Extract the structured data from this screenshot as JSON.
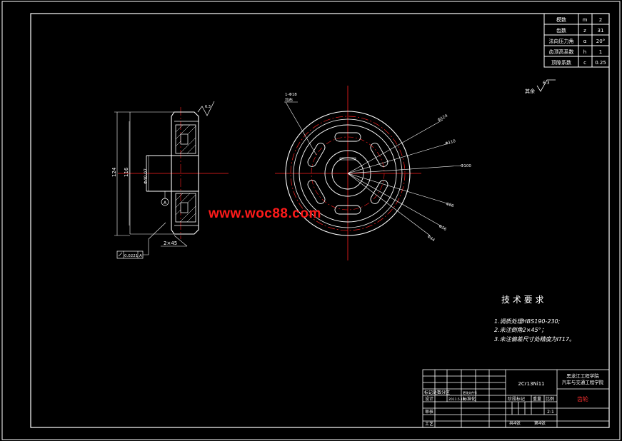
{
  "colors": {
    "background": "#000000",
    "line": "#ffffff",
    "center_line": "#ff2020",
    "watermark": "#ff1a1a",
    "title_red": "#ff3030"
  },
  "gear_params": {
    "rows": [
      {
        "name": "模数",
        "symbol": "m",
        "value": "2"
      },
      {
        "name": "齿数",
        "symbol": "z",
        "value": "31"
      },
      {
        "name": "法向压力角",
        "symbol": "α",
        "value": "20°"
      },
      {
        "name": "齿顶高系数",
        "symbol": "h",
        "value": "1"
      },
      {
        "name": "顶隙系数",
        "symbol": "c",
        "value": "0.25"
      }
    ]
  },
  "roughness_note": {
    "label": "其余",
    "value": "6.3"
  },
  "side_view": {
    "roughness_top": "6.3",
    "dim_overall": "124",
    "dim_inner": "116",
    "dim_bore": "Φ40.07",
    "datum": "A",
    "chamfer": "2×45",
    "tolerance_frame": "0.0221 A"
  },
  "front_view": {
    "section_note_1": "1-Φ18",
    "section_note_2": "均布",
    "dims": [
      "Φ124",
      "Φ110",
      "Φ100",
      "Φ86",
      "Φ56",
      "Φ44"
    ]
  },
  "watermark": "www.woc88.com",
  "tech_req": {
    "title": "技 术 要 求",
    "items": [
      "1.调质处理HBS190-230;",
      "2.未注倒角2×45°；",
      "3.未注偏差尺寸处精度为IT17。"
    ]
  },
  "title_block": {
    "material": "2Cr13Ni11",
    "school_1": "黑龙江工程学院",
    "school_2": "汽车与交通工程学院",
    "part_name": "齿轮",
    "mark_label": "标记处数分区",
    "change_doc": "更改文件号",
    "designer": "设计",
    "standardize": "标准化",
    "stage_mark": "阶段标记",
    "weight": "重量",
    "scale": "比例",
    "scale_value": "2:1",
    "review": "审核",
    "process": "工艺",
    "sheets": "共4张",
    "sheet_no": "第4张",
    "sign_sample": "2011.5.18"
  }
}
